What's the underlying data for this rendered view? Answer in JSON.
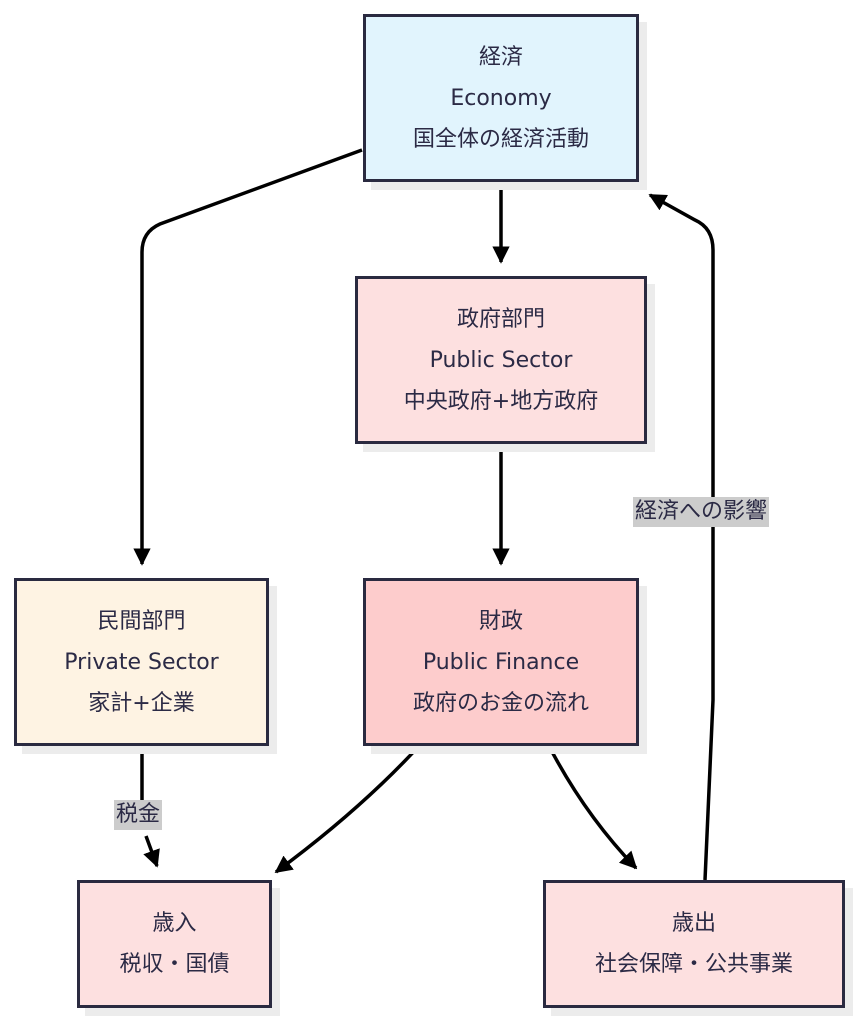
{
  "nodes": {
    "economy": {
      "lines": [
        "経済",
        "Economy",
        "国全体の経済活動"
      ],
      "fill": "#e1f4fd"
    },
    "public_sector": {
      "lines": [
        "政府部門",
        "Public Sector",
        "中央政府+地方政府"
      ],
      "fill": "#fde0e0"
    },
    "private_sector": {
      "lines": [
        "民間部門",
        "Private Sector",
        "家計+企業"
      ],
      "fill": "#fef3e3"
    },
    "public_finance": {
      "lines": [
        "財政",
        "Public Finance",
        "政府のお金の流れ"
      ],
      "fill": "#fdcccc"
    },
    "revenue": {
      "lines": [
        "歳入",
        "税収・国債"
      ],
      "fill": "#fde0e0"
    },
    "expenditure": {
      "lines": [
        "歳出",
        "社会保障・公共事業"
      ],
      "fill": "#fde0e0"
    }
  },
  "edges": [
    {
      "from": "economy",
      "to": "public_sector",
      "label": ""
    },
    {
      "from": "economy",
      "to": "private_sector",
      "label": ""
    },
    {
      "from": "public_sector",
      "to": "public_finance",
      "label": ""
    },
    {
      "from": "private_sector",
      "to": "revenue",
      "label": "税金"
    },
    {
      "from": "public_finance",
      "to": "revenue",
      "label": ""
    },
    {
      "from": "public_finance",
      "to": "expenditure",
      "label": ""
    },
    {
      "from": "expenditure",
      "to": "economy",
      "label": "経済への影響"
    }
  ],
  "edge_labels": {
    "tax": "税金",
    "impact": "経済への影響"
  }
}
